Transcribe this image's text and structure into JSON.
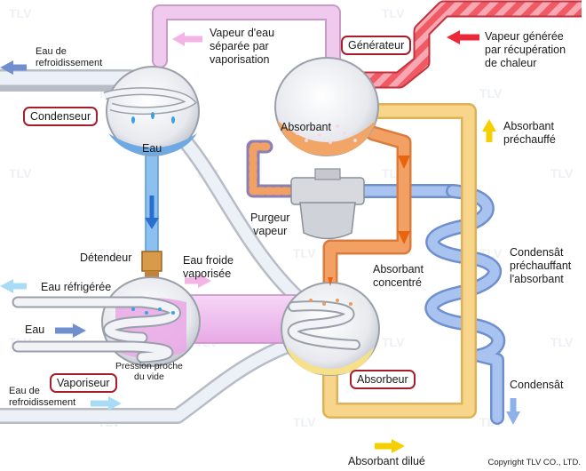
{
  "labels": {
    "vapor_separated": "Vapeur d'eau\nséparée par\nvaporisation",
    "generator": "Générateur",
    "vapor_generated": "Vapeur générée\npar récupération\nde chaleur",
    "cooling_water_top": "Eau de\nrefroidissement",
    "condenser": "Condenseur",
    "absorbant_in_gen": "Absorbant",
    "absorbant_preheated": "Absorbant\npréchauffé",
    "water": "Eau",
    "purgeur": "Purgeur\nvapeur",
    "detendeur": "Détendeur",
    "cold_water_vaporized": "Eau froide\nvaporisée",
    "absorbant_concentrated": "Absorbant\nconcentré",
    "condensate_preheating": "Condensât\npréchauffant\nl'absorbant",
    "chilled_water": "Eau réfrigérée",
    "water_in": "Eau",
    "pressure_vacuum": "Pression proche\ndu vide",
    "evaporator": "Vaporiseur",
    "absorber": "Absorbeur",
    "cooling_water_bottom": "Eau de\nrefroidissement",
    "condensate": "Condensât",
    "absorbant_diluted": "Absorbant dilué",
    "copyright": "Copyright TLV CO., LTD.",
    "watermark": "TLV"
  },
  "colors": {
    "steam": "#f05a64",
    "vapor": "#eab8e6",
    "water": "#7fb6ea",
    "absorbant_dilute": "#f7d58a",
    "absorbant_conc": "#f3a064",
    "condensate": "#8fb1ea",
    "tag_border": "#a51e2a",
    "arrow_pink": "#f4b4e6",
    "arrow_red": "#ea2a3a",
    "arrow_yellow": "#f6cf00",
    "arrow_blue": "#6f8fcf"
  }
}
